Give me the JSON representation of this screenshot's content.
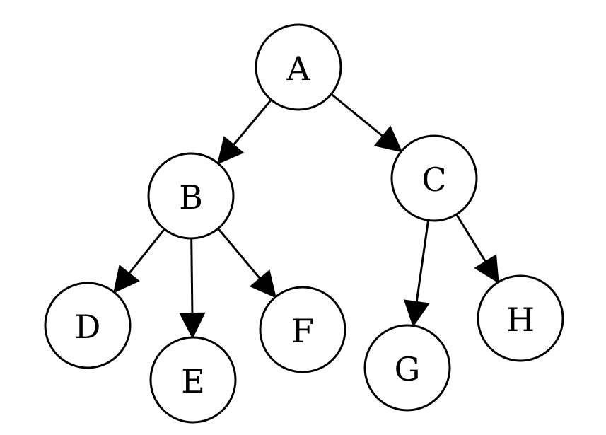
{
  "diagram": {
    "nodes": [
      {
        "id": "A",
        "label": "A"
      },
      {
        "id": "B",
        "label": "B"
      },
      {
        "id": "C",
        "label": "C"
      },
      {
        "id": "D",
        "label": "D"
      },
      {
        "id": "E",
        "label": "E"
      },
      {
        "id": "F",
        "label": "F"
      },
      {
        "id": "G",
        "label": "G"
      },
      {
        "id": "H",
        "label": "H"
      }
    ],
    "edges": [
      {
        "from": "A",
        "to": "B"
      },
      {
        "from": "A",
        "to": "C"
      },
      {
        "from": "B",
        "to": "D"
      },
      {
        "from": "B",
        "to": "E"
      },
      {
        "from": "B",
        "to": "F"
      },
      {
        "from": "C",
        "to": "G"
      },
      {
        "from": "C",
        "to": "H"
      }
    ]
  }
}
